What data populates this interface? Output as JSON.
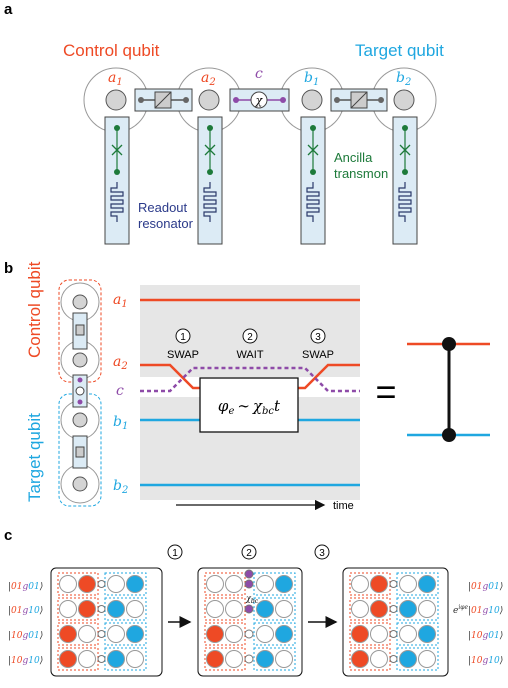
{
  "panels": {
    "a": "a",
    "b": "b",
    "c": "c"
  },
  "panel_a": {
    "control_label": "Control qubit",
    "target_label": "Target qubit",
    "mode_labels": {
      "a1": "a",
      "a1_sub": "1",
      "a2": "a",
      "a2_sub": "2",
      "c": "c",
      "b1": "b",
      "b1_sub": "1",
      "b2": "b",
      "b2_sub": "2"
    },
    "chi_symbol": "χ",
    "readout_label_1": "Readout",
    "readout_label_2": "resonator",
    "ancilla_label_1": "Ancilla",
    "ancilla_label_2": "transmon"
  },
  "panel_b": {
    "control_label": "Control qubit",
    "target_label": "Target qubit",
    "line_labels": {
      "a1": "a",
      "a1_sub": "1",
      "a2": "a",
      "a2_sub": "2",
      "c": "c",
      "b1": "b",
      "b1_sub": "1",
      "b2": "b",
      "b2_sub": "2"
    },
    "steps": [
      {
        "num": "1",
        "label": "SWAP"
      },
      {
        "num": "2",
        "label": "WAIT"
      },
      {
        "num": "3",
        "label": "SWAP"
      }
    ],
    "phase_formula": {
      "lhs": "φ",
      "lhs_sub": "e",
      "rel": "∼",
      "rhs": "χ",
      "rhs_sub": "bc",
      "t": "t"
    },
    "equals": "=",
    "time_label": "time"
  },
  "panel_c": {
    "step_numbers": [
      "1",
      "2",
      "3"
    ],
    "chi_label": "χ",
    "chi_sub": "bc",
    "left_states": [
      "|01g01⟩",
      "|01g10⟩",
      "|10g01⟩",
      "|10g10⟩"
    ],
    "right_states": [
      "|01g01⟩",
      "|01g10⟩",
      "|10g01⟩",
      "|10g10⟩"
    ],
    "phase_prefix": "e",
    "phase_exp": "iφe",
    "colors": {
      "red": "#ee4a25",
      "blue": "#1fa7e0",
      "purple": "#8e4ba8",
      "green": "#1d7a3a"
    }
  }
}
